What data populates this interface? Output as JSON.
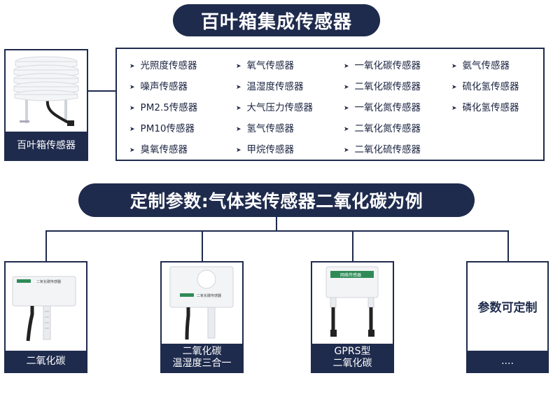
{
  "header": {
    "title": "百叶箱集成传感器"
  },
  "main_product": {
    "label": "百叶箱传感器"
  },
  "sensor_list": {
    "columns": [
      [
        "光照度传感器",
        "噪声传感器",
        "PM2.5传感器",
        "PM10传感器",
        "臭氧传感器"
      ],
      [
        "氧气传感器",
        "温湿度传感器",
        "大气压力传感器",
        "氢气传感器",
        "甲烷传感器"
      ],
      [
        "一氧化碳传感器",
        "二氧化碳传感器",
        "一氧化氮传感器",
        "二氧化氮传感器",
        "二氧化硫传感器"
      ],
      [
        "氨气传感器",
        "硫化氢传感器",
        "磷化氢传感器"
      ]
    ]
  },
  "section2": {
    "title": "定制参数:气体类传感器二氧化碳为例"
  },
  "products": [
    {
      "lines": [
        "二氧化碳"
      ]
    },
    {
      "lines": [
        "二氧化碳",
        "温湿度三合一"
      ]
    },
    {
      "lines": [
        "GPRS型",
        "二氧化碳"
      ]
    },
    {
      "center_text": "参数可定制",
      "lines": [
        "...."
      ]
    }
  ],
  "device_labels": {
    "co2_device": "二氧化碳传感器",
    "gprs_device": "网络传感器"
  },
  "colors": {
    "navy": "#1f2b4d",
    "device_green": "#2e8b57"
  }
}
